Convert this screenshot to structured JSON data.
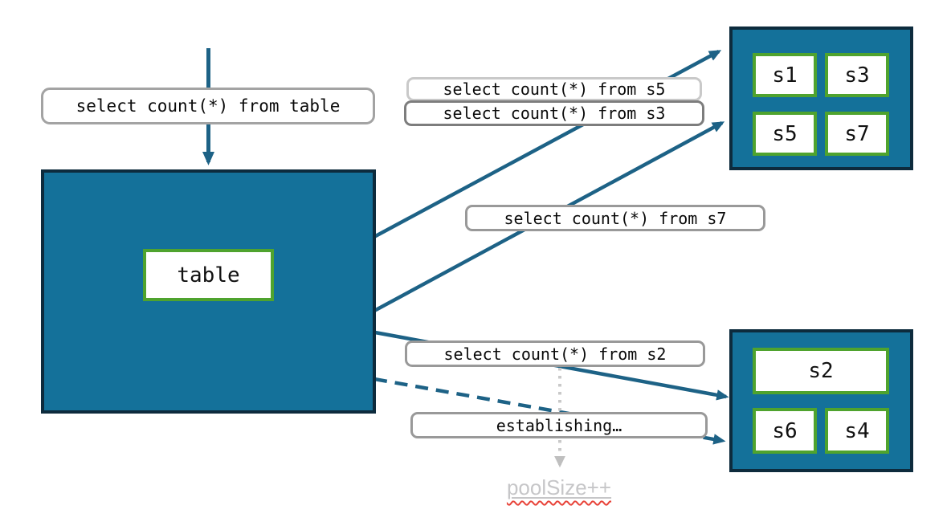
{
  "diagram": {
    "client_query": "select count(*) from table",
    "main_table": {
      "label": "table"
    },
    "shard_queries": {
      "s5": "select count(*) from s5",
      "s3": "select count(*) from s3",
      "s7": "select count(*) from s7",
      "s2": "select count(*) from s2"
    },
    "status_label": "establishing…",
    "pool_annotation": "poolSize++",
    "shard_group_top": {
      "shards": [
        "s1",
        "s3",
        "s5",
        "s7"
      ]
    },
    "shard_group_bottom": {
      "shards": [
        "s2",
        "s6",
        "s4"
      ]
    },
    "colors": {
      "teal_fill": "#14719a",
      "dark_border": "#0d2b3d",
      "shard_green_border": "#4fa32e",
      "arrow_teal": "#1d6286",
      "label_border": "#999999",
      "label_border_light": "#c9c9c9",
      "label_border_dark": "#7d7d7d",
      "pool_arrow_gray": "#c9c9c9",
      "pool_text_gray": "#c6c6c8",
      "spellcheck_red": "#e8443a"
    }
  }
}
